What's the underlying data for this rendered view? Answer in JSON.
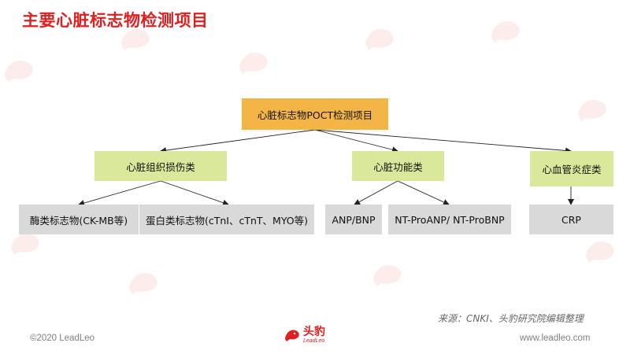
{
  "title": "主要心脏标志物检测项目",
  "diagram": {
    "root": "心脏标志物POCT检测项目",
    "categories": [
      "心脏组织损伤类",
      "心脏功能类",
      "心血管炎症类"
    ],
    "items": [
      "酶类标志物(CK-MB等)",
      "蛋白类标志物(cTnI、cTnT、MYO等)",
      "ANP/BNP",
      "NT-ProANP/ NT-ProBNP",
      "CRP"
    ]
  },
  "source": "来源：CNKI、头豹研究院编辑整理",
  "footer": {
    "copyright": "©2020 LeadLeo",
    "website": "www.leadleo.com",
    "logo_cn": "头豹",
    "logo_en": "LeadLeo"
  },
  "colors": {
    "title": "#e02020",
    "root_fill": "#f4b547",
    "category_fill": "#d9e89a",
    "item_fill": "#d9d9d9"
  },
  "icons": [
    "leopard-logo-icon"
  ]
}
